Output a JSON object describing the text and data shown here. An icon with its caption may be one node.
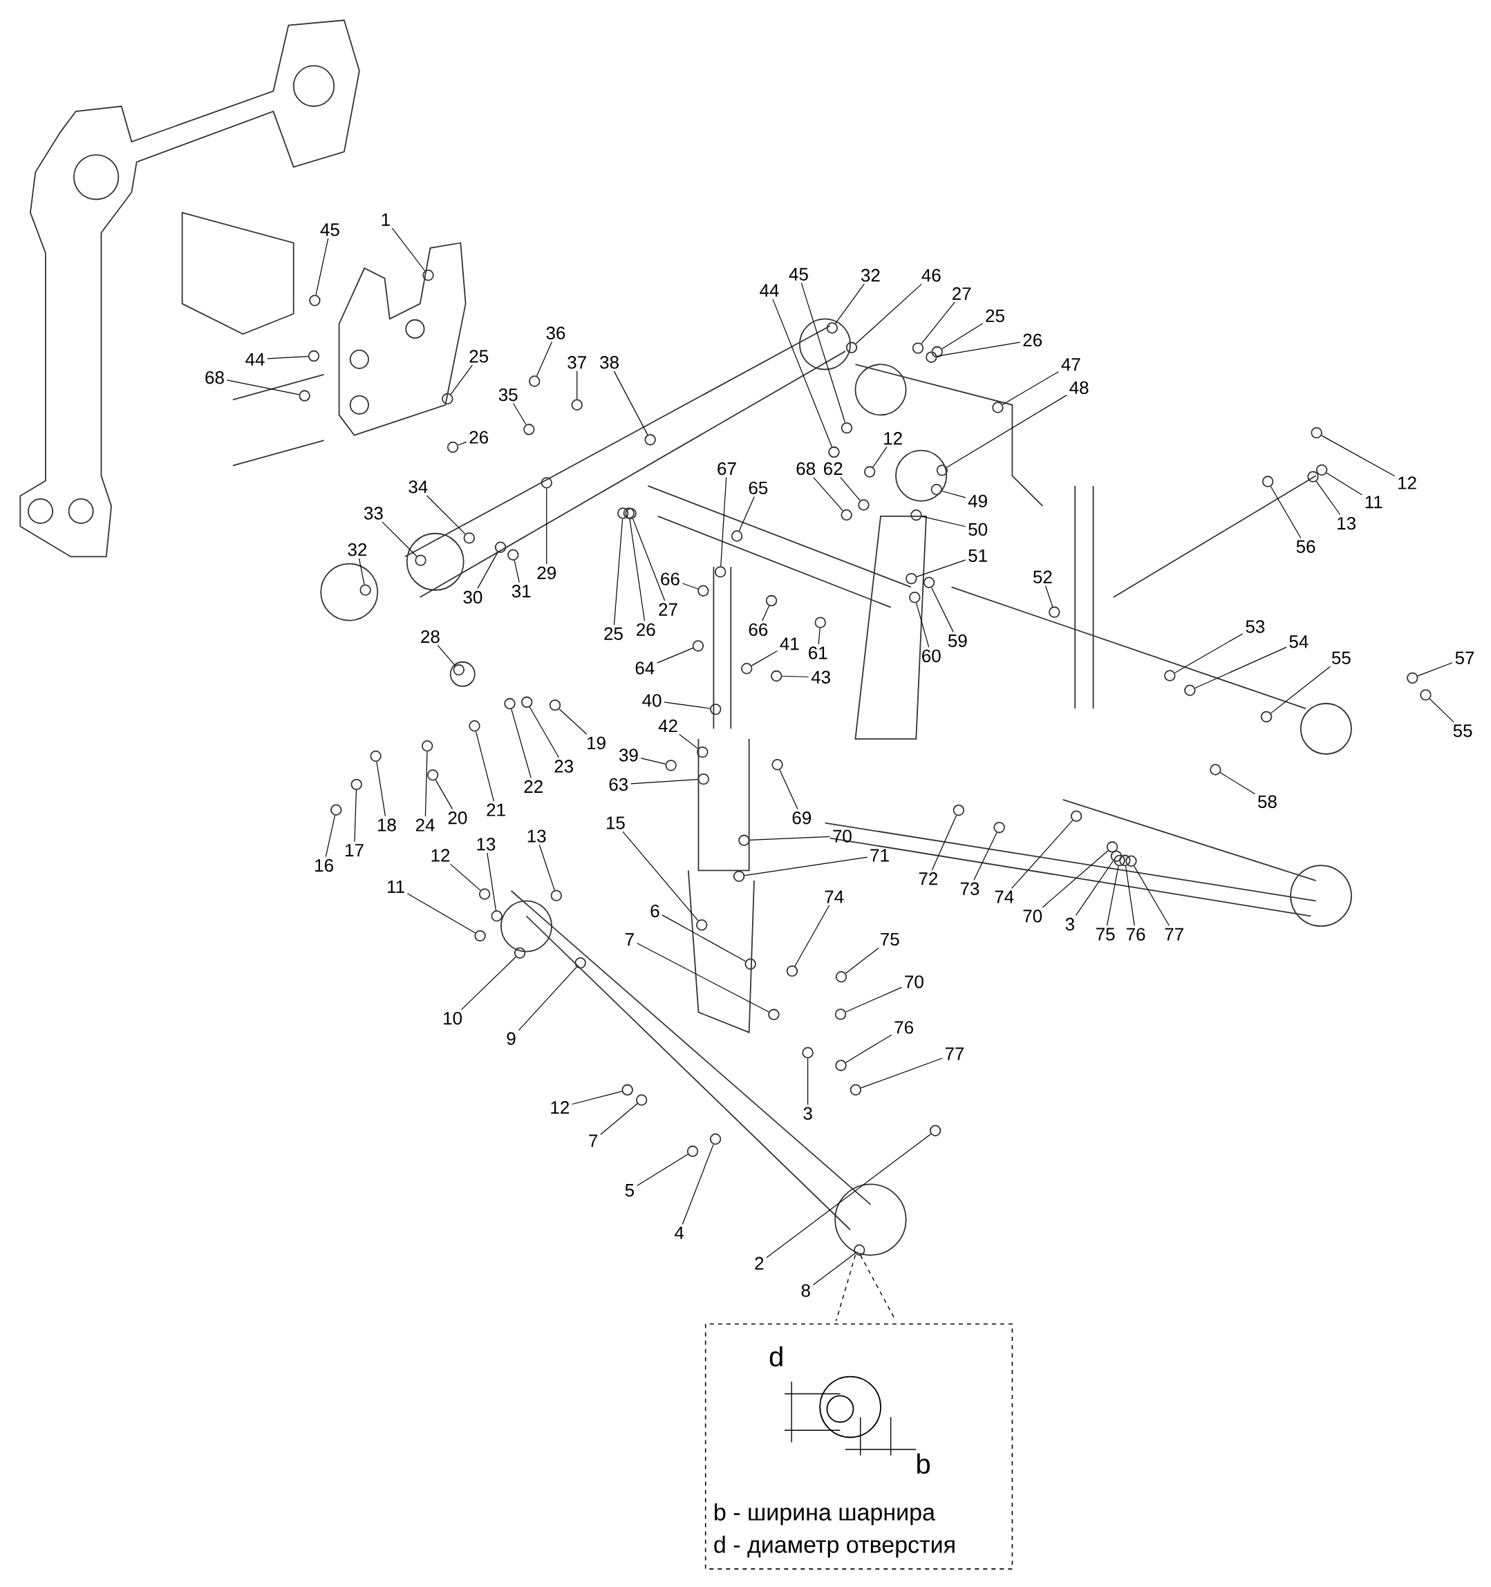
{
  "diagram": {
    "nodes": [
      {
        "text": [
          "1"
        ]
      },
      {
        "text": [
          "45"
        ]
      },
      {
        "text": [
          "44"
        ]
      },
      {
        "text": [
          "68"
        ]
      },
      {
        "text": [
          "25"
        ]
      },
      {
        "text": [
          "26"
        ]
      },
      {
        "text": [
          "36"
        ]
      },
      {
        "text": [
          "37"
        ]
      },
      {
        "text": [
          "38"
        ]
      },
      {
        "text": [
          "35"
        ]
      },
      {
        "text": [
          "34"
        ]
      },
      {
        "text": [
          "33"
        ]
      },
      {
        "text": [
          "32"
        ]
      },
      {
        "text": [
          "30"
        ]
      },
      {
        "text": [
          "31"
        ]
      },
      {
        "text": [
          "29"
        ]
      },
      {
        "text": [
          "28"
        ]
      },
      {
        "text": [
          "19"
        ]
      },
      {
        "text": [
          "23"
        ]
      },
      {
        "text": [
          "22"
        ]
      },
      {
        "text": [
          "21"
        ]
      },
      {
        "text": [
          "20"
        ]
      },
      {
        "text": [
          "24"
        ]
      },
      {
        "text": [
          "18"
        ]
      },
      {
        "text": [
          "17"
        ]
      },
      {
        "text": [
          "16"
        ]
      },
      {
        "text": [
          "12"
        ]
      },
      {
        "text": [
          "13"
        ]
      },
      {
        "text": [
          "13"
        ]
      },
      {
        "text": [
          "11"
        ]
      },
      {
        "text": [
          "10"
        ]
      },
      {
        "text": [
          "9"
        ]
      },
      {
        "text": [
          "15"
        ]
      },
      {
        "text": [
          "6"
        ]
      },
      {
        "text": [
          "7"
        ]
      },
      {
        "text": [
          "74"
        ]
      },
      {
        "text": [
          "75"
        ]
      },
      {
        "text": [
          "70"
        ]
      },
      {
        "text": [
          "76"
        ]
      },
      {
        "text": [
          "77"
        ]
      },
      {
        "text": [
          "3"
        ]
      },
      {
        "text": [
          "12"
        ]
      },
      {
        "text": [
          "7"
        ]
      },
      {
        "text": [
          "5"
        ]
      },
      {
        "text": [
          "4"
        ]
      },
      {
        "text": [
          "2"
        ]
      },
      {
        "text": [
          "8"
        ]
      },
      {
        "text": [
          "67"
        ]
      },
      {
        "text": [
          "65"
        ]
      },
      {
        "text": [
          "66"
        ]
      },
      {
        "text": [
          "66"
        ]
      },
      {
        "text": [
          "27"
        ]
      },
      {
        "text": [
          "26"
        ]
      },
      {
        "text": [
          "25"
        ]
      },
      {
        "text": [
          "64"
        ]
      },
      {
        "text": [
          "40"
        ]
      },
      {
        "text": [
          "42"
        ]
      },
      {
        "text": [
          "39"
        ]
      },
      {
        "text": [
          "63"
        ]
      },
      {
        "text": [
          "41"
        ]
      },
      {
        "text": [
          "43"
        ]
      },
      {
        "text": [
          "61"
        ]
      },
      {
        "text": [
          "60"
        ]
      },
      {
        "text": [
          "59"
        ]
      },
      {
        "text": [
          "69"
        ]
      },
      {
        "text": [
          "70"
        ]
      },
      {
        "text": [
          "71"
        ]
      },
      {
        "text": [
          "72"
        ]
      },
      {
        "text": [
          "73"
        ]
      },
      {
        "text": [
          "74"
        ]
      },
      {
        "text": [
          "70"
        ]
      },
      {
        "text": [
          "3"
        ]
      },
      {
        "text": [
          "75"
        ]
      },
      {
        "text": [
          "76"
        ]
      },
      {
        "text": [
          "77"
        ]
      },
      {
        "text": [
          "58"
        ]
      },
      {
        "text": [
          "55"
        ]
      },
      {
        "text": [
          "57"
        ]
      },
      {
        "text": [
          "55"
        ]
      },
      {
        "text": [
          "54"
        ]
      },
      {
        "text": [
          "53"
        ]
      },
      {
        "text": [
          "56"
        ]
      },
      {
        "text": [
          "13"
        ]
      },
      {
        "text": [
          "11"
        ]
      },
      {
        "text": [
          "12"
        ]
      },
      {
        "text": [
          "52"
        ]
      },
      {
        "text": [
          "51"
        ]
      },
      {
        "text": [
          "50"
        ]
      },
      {
        "text": [
          "49"
        ]
      },
      {
        "text": [
          "48"
        ]
      },
      {
        "text": [
          "47"
        ]
      },
      {
        "text": [
          "26"
        ]
      },
      {
        "text": [
          "25"
        ]
      },
      {
        "text": [
          "27"
        ]
      },
      {
        "text": [
          "46"
        ]
      },
      {
        "text": [
          "32"
        ]
      },
      {
        "text": [
          "45"
        ]
      },
      {
        "text": [
          "44"
        ]
      },
      {
        "text": [
          "12"
        ]
      },
      {
        "text": [
          "68"
        ]
      },
      {
        "text": [
          "62"
        ]
      },
      {
        "text": [
          "b -  ширина шарнира",
          "d - диаметр отверстия"
        ]
      },
      {
        "text": [],
        "shape": "circle"
      },
      {
        "text": [],
        "shape": "circle"
      },
      {
        "text": [],
        "shape": "circle"
      },
      {
        "text": [],
        "shape": "circle"
      },
      {
        "text": [],
        "shape": "circle"
      },
      {
        "text": [],
        "shape": "circle"
      },
      {
        "text": [],
        "shape": "circle"
      },
      {
        "text": [],
        "shape": "circle"
      },
      {
        "text": [],
        "shape": "circle"
      },
      {
        "text": [],
        "shape": "circle"
      },
      {
        "text": [],
        "shape": "circle"
      },
      {
        "text": [],
        "shape": "circle"
      },
      {
        "text": [],
        "shape": "circle"
      },
      {
        "text": [],
        "shape": "circle"
      },
      {
        "text": [],
        "shape": "circle"
      },
      {
        "text": [],
        "shape": "circle"
      },
      {
        "text": [],
        "shape": "circle"
      },
      {
        "text": [],
        "shape": "circle"
      },
      {
        "text": [],
        "shape": "circle"
      },
      {
        "text": [],
        "shape": "circle"
      },
      {
        "text": [],
        "shape": "circle"
      },
      {
        "text": [],
        "shape": "circle"
      },
      {
        "text": [],
        "shape": "circle"
      },
      {
        "text": [],
        "shape": "circle"
      },
      {
        "text": [],
        "shape": "circle"
      },
      {
        "text": [],
        "shape": "circle"
      },
      {
        "text": [],
        "shape": "circle"
      },
      {
        "text": [],
        "shape": "circle"
      },
      {
        "text": [],
        "shape": "circle"
      },
      {
        "text": [],
        "shape": "circle"
      },
      {
        "text": [],
        "shape": "circle"
      },
      {
        "text": [],
        "shape": "circle"
      },
      {
        "text": [],
        "shape": "circle"
      },
      {
        "text": [],
        "shape": "circle"
      },
      {
        "text": [],
        "shape": "circle"
      },
      {
        "text": [],
        "shape": "circle"
      },
      {
        "text": [],
        "shape": "circle"
      },
      {
        "text": [],
        "shape": "circle"
      },
      {
        "text": [],
        "shape": "circle"
      },
      {
        "text": [],
        "shape": "circle"
      },
      {
        "text": [],
        "shape": "circle"
      },
      {
        "text": [],
        "shape": "circle"
      },
      {
        "text": [],
        "shape": "circle"
      },
      {
        "text": [],
        "shape": "circle"
      },
      {
        "text": [],
        "shape": "circle"
      },
      {
        "text": [],
        "shape": "circle"
      },
      {
        "text": [],
        "shape": "circle"
      },
      {
        "text": [],
        "shape": "circle"
      },
      {
        "text": [],
        "shape": "circle"
      },
      {
        "text": [],
        "shape": "circle"
      },
      {
        "text": [],
        "shape": "circle"
      },
      {
        "text": [],
        "shape": "circle"
      },
      {
        "text": [],
        "shape": "circle"
      },
      {
        "text": [],
        "shape": "circle"
      },
      {
        "text": [],
        "shape": "circle"
      },
      {
        "text": [],
        "shape": "circle"
      },
      {
        "text": [],
        "shape": "circle"
      },
      {
        "text": [],
        "shape": "circle"
      },
      {
        "text": [],
        "shape": "circle"
      },
      {
        "text": [],
        "shape": "circle"
      },
      {
        "text": [],
        "shape": "circle"
      },
      {
        "text": [],
        "shape": "circle"
      },
      {
        "text": [],
        "shape": "circle"
      },
      {
        "text": [],
        "shape": "circle"
      },
      {
        "text": [],
        "shape": "circle"
      },
      {
        "text": [],
        "shape": "circle"
      },
      {
        "text": [],
        "shape": "circle"
      },
      {
        "text": [],
        "shape": "circle"
      },
      {
        "text": [],
        "shape": "circle"
      },
      {
        "text": [],
        "shape": "circle"
      },
      {
        "text": [],
        "shape": "circle"
      },
      {
        "text": [],
        "shape": "circle"
      },
      {
        "text": [],
        "shape": "circle"
      },
      {
        "text": [],
        "shape": "circle"
      },
      {
        "text": [],
        "shape": "circle"
      },
      {
        "text": [],
        "shape": "circle"
      },
      {
        "text": [],
        "shape": "circle"
      },
      {
        "text": [],
        "shape": "circle"
      },
      {
        "text": [],
        "shape": "circle"
      },
      {
        "text": [],
        "shape": "circle"
      },
      {
        "text": [],
        "shape": "circle"
      },
      {
        "text": [],
        "shape": "circle"
      },
      {
        "text": [],
        "shape": "circle"
      },
      {
        "text": [],
        "shape": "circle"
      },
      {
        "text": [],
        "shape": "circle"
      },
      {
        "text": [],
        "shape": "circle"
      },
      {
        "text": [],
        "shape": "circle"
      },
      {
        "text": [],
        "shape": "circle"
      },
      {
        "text": [],
        "shape": "circle"
      },
      {
        "text": [],
        "shape": "circle"
      },
      {
        "text": [],
        "shape": "circle"
      },
      {
        "text": [],
        "shape": "circle"
      },
      {
        "text": [],
        "shape": "circle"
      },
      {
        "text": [],
        "shape": "circle"
      },
      {
        "text": [],
        "shape": "circle"
      },
      {
        "text": [],
        "shape": "circle"
      },
      {
        "text": [],
        "shape": "circle"
      },
      {
        "text": [],
        "shape": "circle"
      },
      {
        "text": [],
        "shape": "circle"
      },
      {
        "text": [],
        "shape": "circle"
      },
      {
        "text": [],
        "shape": "circle"
      }
    ],
    "edges": [
      {
        "from": 0,
        "to": 102,
        "arrow": "none"
      },
      {
        "from": 1,
        "to": 103,
        "arrow": "none"
      },
      {
        "from": 2,
        "to": 104,
        "arrow": "none"
      },
      {
        "from": 3,
        "to": 105,
        "arrow": "none"
      },
      {
        "from": 4,
        "to": 106,
        "arrow": "none"
      },
      {
        "from": 5,
        "to": 107,
        "arrow": "none"
      },
      {
        "from": 6,
        "to": 108,
        "arrow": "none"
      },
      {
        "from": 7,
        "to": 109,
        "arrow": "none"
      },
      {
        "from": 8,
        "to": 110,
        "arrow": "none"
      },
      {
        "from": 9,
        "to": 111,
        "arrow": "none"
      },
      {
        "from": 10,
        "to": 112,
        "arrow": "none"
      },
      {
        "from": 11,
        "to": 113,
        "arrow": "none"
      },
      {
        "from": 12,
        "to": 114,
        "arrow": "none"
      },
      {
        "from": 13,
        "to": 115,
        "arrow": "none"
      },
      {
        "from": 14,
        "to": 116,
        "arrow": "none"
      },
      {
        "from": 15,
        "to": 117,
        "arrow": "none"
      },
      {
        "from": 16,
        "to": 118,
        "arrow": "none"
      },
      {
        "from": 17,
        "to": 119,
        "arrow": "none"
      },
      {
        "from": 18,
        "to": 120,
        "arrow": "none"
      },
      {
        "from": 19,
        "to": 121,
        "arrow": "none"
      },
      {
        "from": 20,
        "to": 122,
        "arrow": "none"
      },
      {
        "from": 21,
        "to": 123,
        "arrow": "none"
      },
      {
        "from": 22,
        "to": 124,
        "arrow": "none"
      },
      {
        "from": 23,
        "to": 125,
        "arrow": "none"
      },
      {
        "from": 24,
        "to": 126,
        "arrow": "none"
      },
      {
        "from": 25,
        "to": 127,
        "arrow": "none"
      },
      {
        "from": 26,
        "to": 128,
        "arrow": "none"
      },
      {
        "from": 27,
        "to": 129,
        "arrow": "none"
      },
      {
        "from": 28,
        "to": 130,
        "arrow": "none"
      },
      {
        "from": 29,
        "to": 131,
        "arrow": "none"
      },
      {
        "from": 30,
        "to": 132,
        "arrow": "none"
      },
      {
        "from": 31,
        "to": 133,
        "arrow": "none"
      },
      {
        "from": 32,
        "to": 134,
        "arrow": "none"
      },
      {
        "from": 33,
        "to": 135,
        "arrow": "none"
      },
      {
        "from": 34,
        "to": 136,
        "arrow": "none"
      },
      {
        "from": 35,
        "to": 137,
        "arrow": "none"
      },
      {
        "from": 36,
        "to": 138,
        "arrow": "none"
      },
      {
        "from": 37,
        "to": 139,
        "arrow": "none"
      },
      {
        "from": 38,
        "to": 140,
        "arrow": "none"
      },
      {
        "from": 39,
        "to": 141,
        "arrow": "none"
      },
      {
        "from": 40,
        "to": 142,
        "arrow": "none"
      },
      {
        "from": 41,
        "to": 143,
        "arrow": "none"
      },
      {
        "from": 42,
        "to": 144,
        "arrow": "none"
      },
      {
        "from": 43,
        "to": 145,
        "arrow": "none"
      },
      {
        "from": 44,
        "to": 146,
        "arrow": "none"
      },
      {
        "from": 45,
        "to": 147,
        "arrow": "none"
      },
      {
        "from": 46,
        "to": 148,
        "arrow": "none"
      },
      {
        "from": 47,
        "to": 149,
        "arrow": "none"
      },
      {
        "from": 48,
        "to": 150,
        "arrow": "none"
      },
      {
        "from": 49,
        "to": 151,
        "arrow": "none"
      },
      {
        "from": 50,
        "to": 152,
        "arrow": "none"
      },
      {
        "from": 51,
        "to": 153,
        "arrow": "none"
      },
      {
        "from": 52,
        "to": 154,
        "arrow": "none"
      },
      {
        "from": 53,
        "to": 155,
        "arrow": "none"
      },
      {
        "from": 54,
        "to": 156,
        "arrow": "none"
      },
      {
        "from": 55,
        "to": 157,
        "arrow": "none"
      },
      {
        "from": 56,
        "to": 158,
        "arrow": "none"
      },
      {
        "from": 57,
        "to": 159,
        "arrow": "none"
      },
      {
        "from": 58,
        "to": 160,
        "arrow": "none"
      },
      {
        "from": 59,
        "to": 161,
        "arrow": "none"
      },
      {
        "from": 60,
        "to": 162,
        "arrow": "none"
      },
      {
        "from": 61,
        "to": 163,
        "arrow": "none"
      },
      {
        "from": 62,
        "to": 164,
        "arrow": "none"
      },
      {
        "from": 63,
        "to": 165,
        "arrow": "none"
      },
      {
        "from": 64,
        "to": 166,
        "arrow": "none"
      },
      {
        "from": 65,
        "to": 167,
        "arrow": "none"
      },
      {
        "from": 66,
        "to": 168,
        "arrow": "none"
      },
      {
        "from": 67,
        "to": 169,
        "arrow": "none"
      },
      {
        "from": 68,
        "to": 170,
        "arrow": "none"
      },
      {
        "from": 69,
        "to": 171,
        "arrow": "none"
      },
      {
        "from": 70,
        "to": 172,
        "arrow": "none"
      },
      {
        "from": 71,
        "to": 173,
        "arrow": "none"
      },
      {
        "from": 72,
        "to": 174,
        "arrow": "none"
      },
      {
        "from": 73,
        "to": 175,
        "arrow": "none"
      },
      {
        "from": 74,
        "to": 176,
        "arrow": "none"
      },
      {
        "from": 75,
        "to": 177,
        "arrow": "none"
      },
      {
        "from": 76,
        "to": 178,
        "arrow": "none"
      },
      {
        "from": 77,
        "to": 179,
        "arrow": "none"
      },
      {
        "from": 78,
        "to": 180,
        "arrow": "none"
      },
      {
        "from": 79,
        "to": 181,
        "arrow": "none"
      },
      {
        "from": 80,
        "to": 182,
        "arrow": "none"
      },
      {
        "from": 81,
        "to": 183,
        "arrow": "none"
      },
      {
        "from": 82,
        "to": 184,
        "arrow": "none"
      },
      {
        "from": 83,
        "to": 185,
        "arrow": "none"
      },
      {
        "from": 84,
        "to": 186,
        "arrow": "none"
      },
      {
        "from": 85,
        "to": 187,
        "arrow": "none"
      },
      {
        "from": 86,
        "to": 188,
        "arrow": "none"
      },
      {
        "from": 87,
        "to": 189,
        "arrow": "none"
      },
      {
        "from": 88,
        "to": 190,
        "arrow": "none"
      },
      {
        "from": 89,
        "to": 191,
        "arrow": "none"
      },
      {
        "from": 90,
        "to": 192,
        "arrow": "none"
      },
      {
        "from": 91,
        "to": 193,
        "arrow": "none"
      },
      {
        "from": 92,
        "to": 194,
        "arrow": "none"
      },
      {
        "from": 93,
        "to": 195,
        "arrow": "none"
      },
      {
        "from": 94,
        "to": 196,
        "arrow": "none"
      },
      {
        "from": 95,
        "to": 197,
        "arrow": "none"
      },
      {
        "from": 96,
        "to": 198,
        "arrow": "none"
      },
      {
        "from": 97,
        "to": 199,
        "arrow": "none"
      },
      {
        "from": 98,
        "to": 200,
        "arrow": "none"
      },
      {
        "from": 99,
        "to": 201,
        "arrow": "none"
      },
      {
        "from": 100,
        "to": 202,
        "arrow": "none"
      }
    ],
    "labels": [
      "d",
      "b"
    ]
  }
}
